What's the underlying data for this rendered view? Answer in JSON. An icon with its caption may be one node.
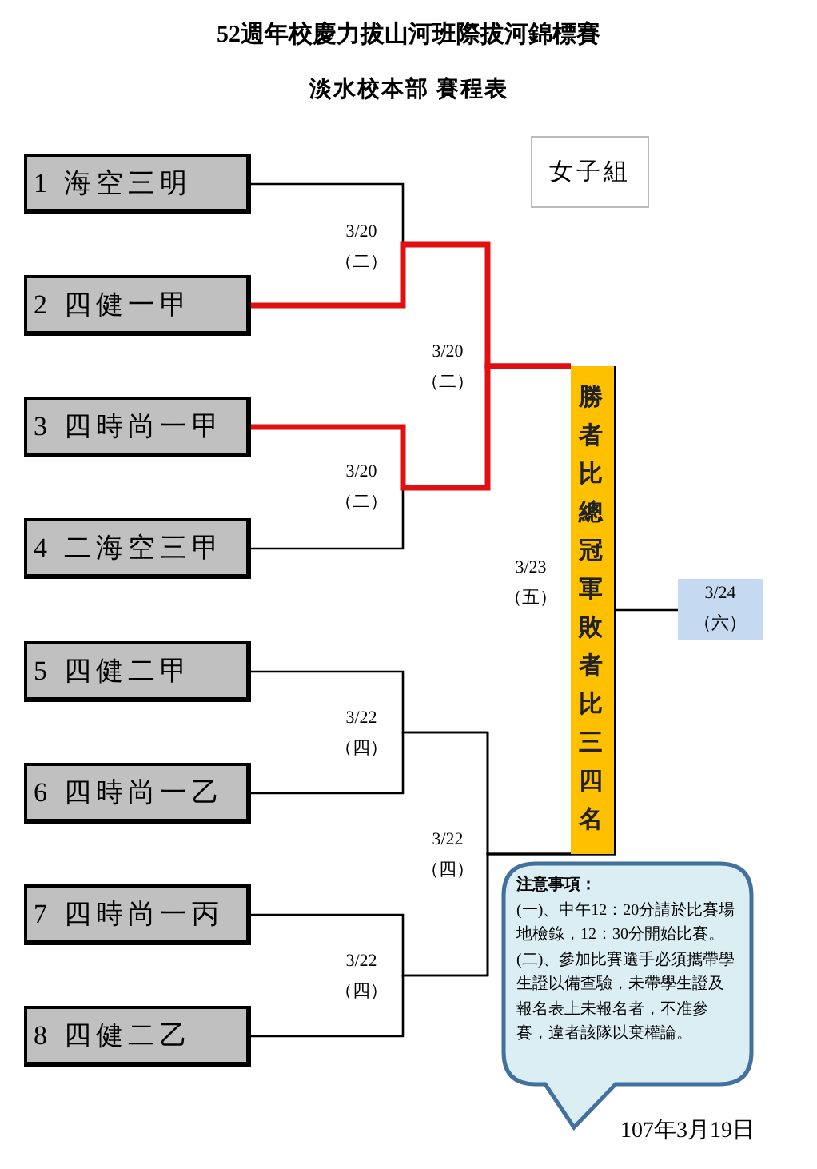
{
  "diagram": {
    "title": "52週年校慶力拔山河班際拔河錦標賽",
    "nodes": [
      {
        "text": [
          "1 海空三明"
        ]
      },
      {
        "text": [
          "2 四健一甲"
        ]
      },
      {
        "text": [
          "3 四時尚一甲"
        ]
      },
      {
        "text": [
          "4 二海空三甲"
        ]
      },
      {
        "text": [
          "5 四健二甲"
        ]
      },
      {
        "text": [
          "6 四時尚一乙"
        ]
      },
      {
        "text": [
          "7 四時尚一丙"
        ]
      },
      {
        "text": [
          "8 四健二乙"
        ]
      },
      {
        "text": [
          "女子組"
        ]
      },
      {
        "text": [
          "勝者比總冠軍敗者比三四名"
        ]
      },
      {
        "text": [
          "3/24 （六）"
        ]
      },
      {
        "text": [
          "注意事項：",
          "(一)、中午12：20分請於比賽場地檢錄，12：30分開始比賽。",
          "(二)、參加比賽選手必須攜帶學生證以備查驗，未帶學生證及報名表上未報名者，不准參賽，違者該隊以棄權論。"
        ]
      }
    ],
    "edges": [
      {
        "from": 0,
        "to": 9,
        "arrow": "none"
      },
      {
        "from": 1,
        "to": 9,
        "arrow": "none",
        "style": "thick",
        "color": "#e01010"
      },
      {
        "from": 2,
        "to": 9,
        "arrow": "none",
        "style": "thick",
        "color": "#e01010"
      },
      {
        "from": 3,
        "to": 9,
        "arrow": "none"
      },
      {
        "from": 4,
        "to": 9,
        "arrow": "none"
      },
      {
        "from": 5,
        "to": 9,
        "arrow": "none"
      },
      {
        "from": 6,
        "to": 9,
        "arrow": "none"
      },
      {
        "from": 7,
        "to": 9,
        "arrow": "none"
      },
      {
        "from": 9,
        "to": 10,
        "arrow": "none"
      }
    ],
    "labels": [
      "淡水校本部 賽程表",
      "3/20 （二）",
      "3/20 （二）",
      "3/20 （二）",
      "3/23 （五）",
      "3/22 （四）",
      "3/22 （四）",
      "3/22 （四）",
      "107年3月19日"
    ]
  }
}
